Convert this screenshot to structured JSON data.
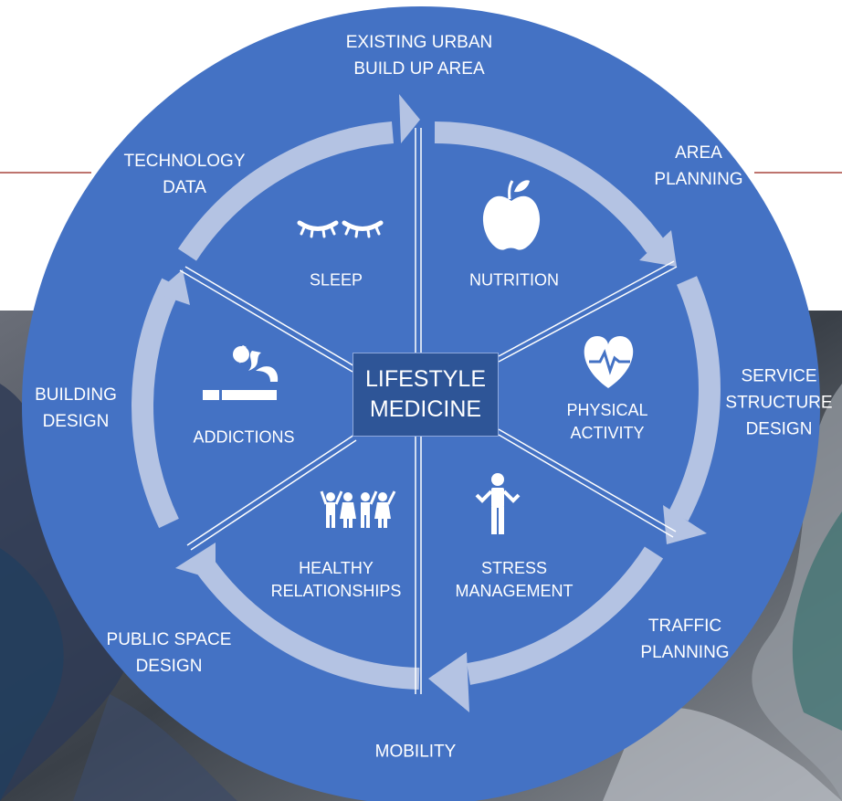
{
  "center": "LIFESTYLE\nMEDICINE",
  "outer_labels": {
    "top": "EXISTING URBAN\nBUILD UP AREA",
    "area_planning": "AREA\nPLANNING",
    "service_structure": "SERVICE\nSTRUCTURE\nDESIGN",
    "traffic_planning": "TRAFFIC\nPLANNING",
    "mobility": "MOBILITY",
    "public_space": "PUBLIC SPACE\nDESIGN",
    "building_design": "BUILDING\nDESIGN",
    "technology_data": "TECHNOLOGY\nDATA"
  },
  "segments": {
    "sleep": {
      "label": "SLEEP",
      "icon": "closed-eyes-icon"
    },
    "nutrition": {
      "label": "NUTRITION",
      "icon": "apple-icon"
    },
    "physical_activity": {
      "label": "PHYSICAL\nACTIVITY",
      "icon": "heart-pulse-icon"
    },
    "stress_management": {
      "label": "STRESS\nMANAGEMENT",
      "icon": "shrugging-person-icon"
    },
    "healthy_relationships": {
      "label": "HEALTHY\nRELATIONSHIPS",
      "icon": "group-of-people-icon"
    },
    "addictions": {
      "label": "ADDICTIONS",
      "icon": "cigarette-icon"
    }
  },
  "colors": {
    "circle": "#4472C4",
    "arrow": "#B4C3E3",
    "center_box": "#2E5597",
    "text": "#FFFFFF",
    "divider_line": "#A9463F"
  }
}
